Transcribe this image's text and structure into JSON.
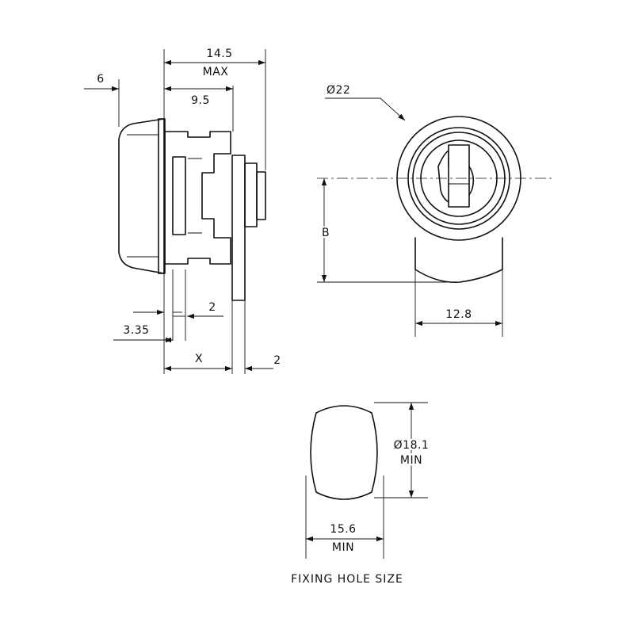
{
  "side_view": {
    "dim_overall": "14.5",
    "dim_overall_note": "MAX",
    "dim_body": "9.5",
    "dim_face": "6",
    "dim_flange": "3.35",
    "dim_x": "X",
    "dim_nut_gap": "2",
    "dim_cam": "2"
  },
  "front_view": {
    "dim_diameter": "Ø22",
    "dim_height": "B",
    "dim_width": "12.8"
  },
  "fixing_hole": {
    "dim_height": "Ø18.1",
    "dim_height_note": "MIN",
    "dim_width": "15.6",
    "dim_width_note": "MIN",
    "caption": "FIXING HOLE SIZE"
  }
}
